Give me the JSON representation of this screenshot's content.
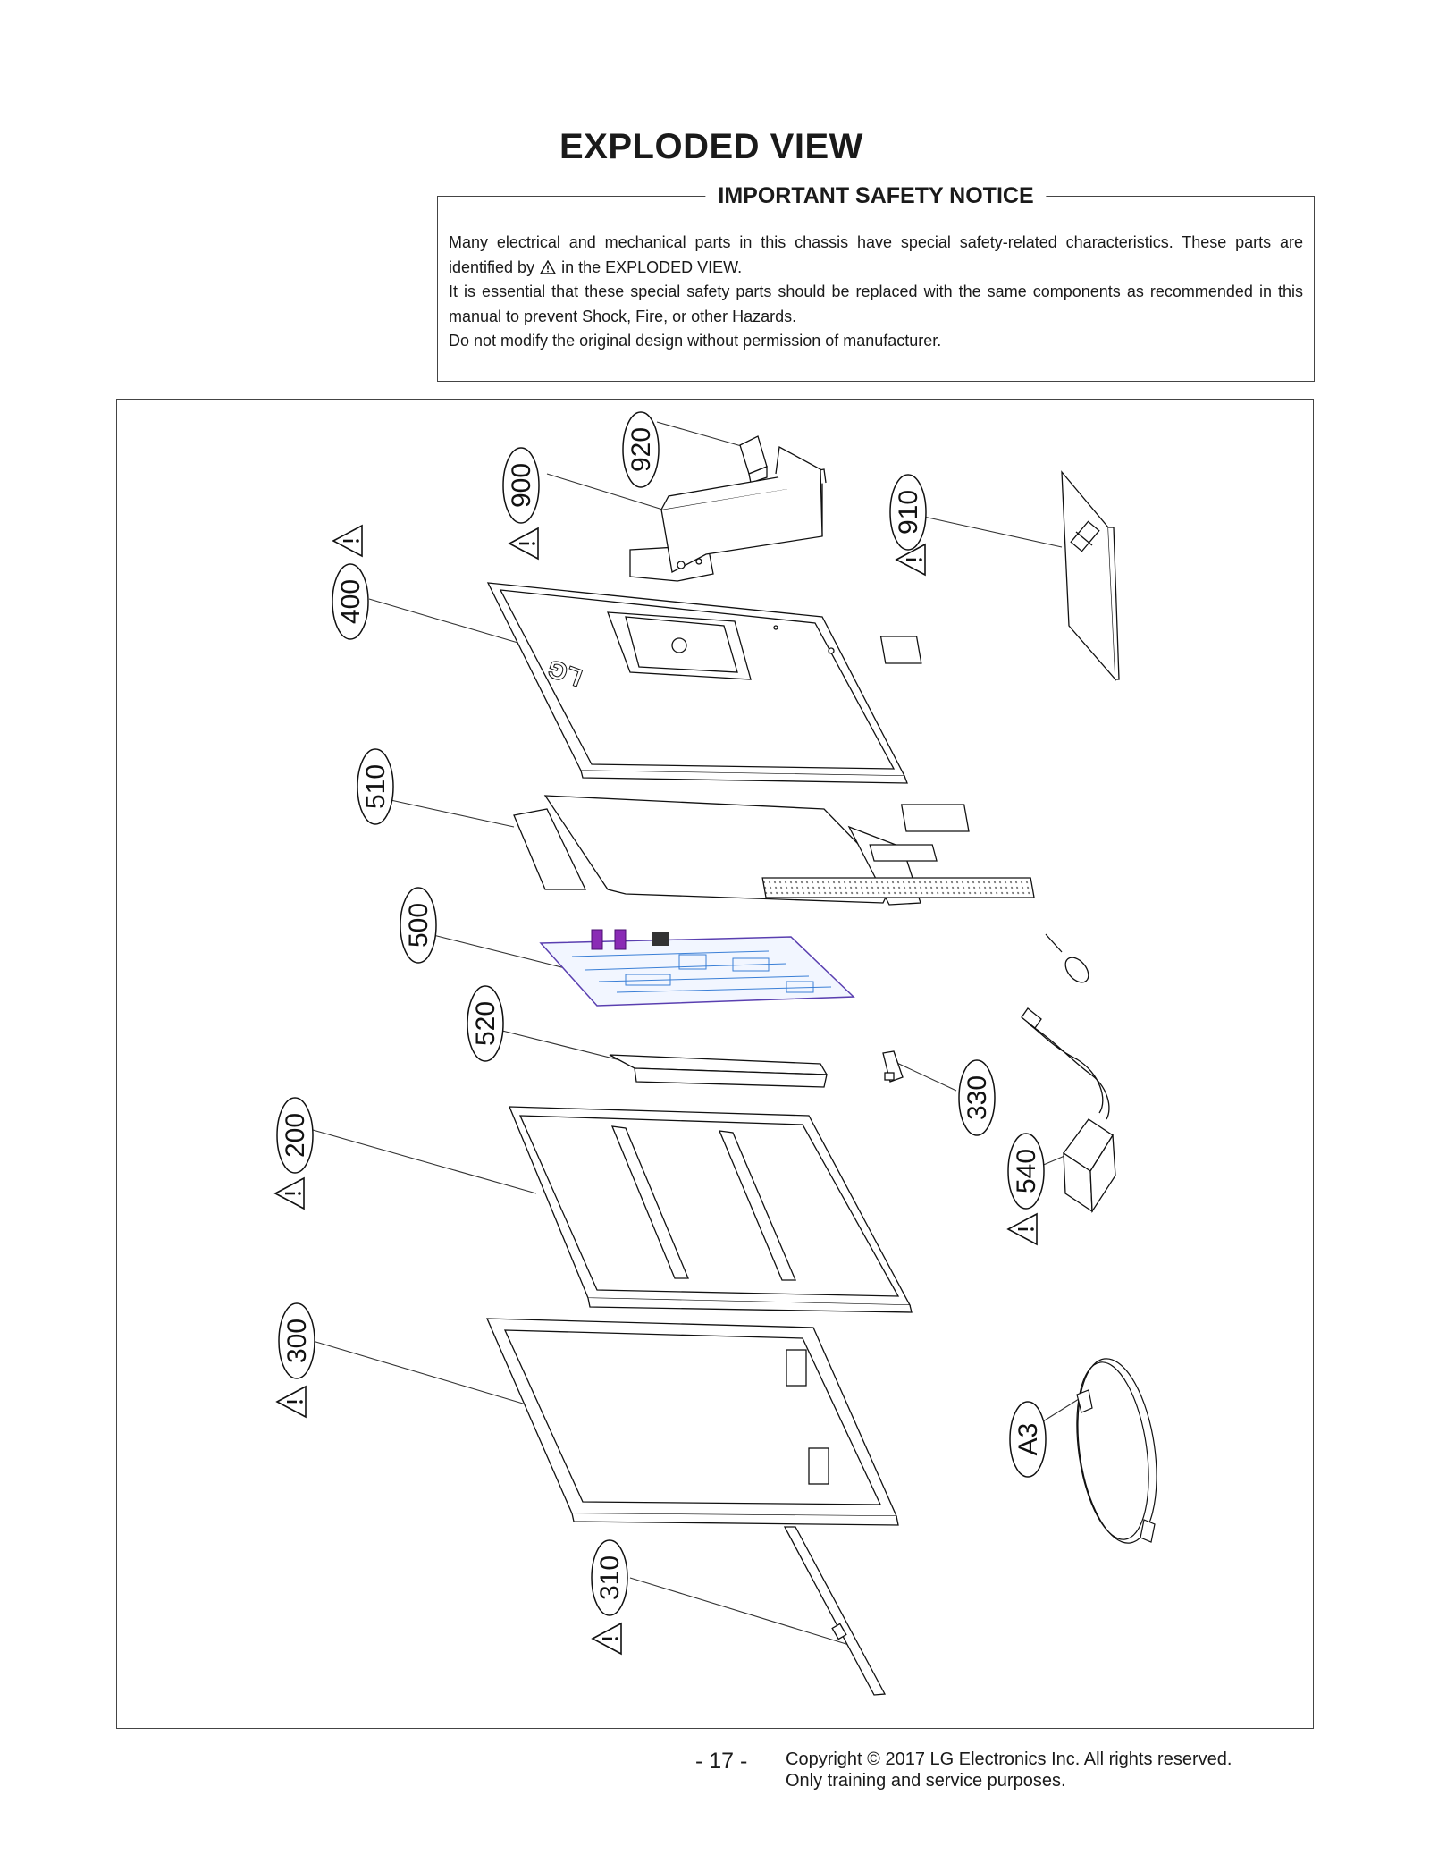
{
  "title": "EXPLODED VIEW",
  "notice": {
    "heading": "IMPORTANT SAFETY NOTICE",
    "line1_a": "Many electrical and mechanical parts in this chassis have special safety-related characteristics. These parts are identified by",
    "line1_b": "in the  EXPLODED VIEW.",
    "line2": "It is essential that these special safety parts should be replaced with the same components as recommended in this manual to prevent Shock, Fire, or other Hazards.",
    "line3": "Do not modify the original design without permission of manufacturer."
  },
  "diagram": {
    "logo_text": "LG",
    "callouts": [
      {
        "id": "920",
        "safety": false
      },
      {
        "id": "900",
        "safety": true
      },
      {
        "id": "910",
        "safety": true
      },
      {
        "id": "400",
        "safety": true
      },
      {
        "id": "510",
        "safety": false
      },
      {
        "id": "500",
        "safety": false
      },
      {
        "id": "520",
        "safety": false
      },
      {
        "id": "330",
        "safety": false
      },
      {
        "id": "200",
        "safety": true
      },
      {
        "id": "540",
        "safety": true
      },
      {
        "id": "300",
        "safety": true
      },
      {
        "id": "A3",
        "safety": false
      },
      {
        "id": "310",
        "safety": true
      }
    ]
  },
  "footer": {
    "page_number": "- 17 -",
    "copyright": "Copyright © 2017 LG Electronics Inc. All rights reserved.",
    "usage": "Only training and service purposes."
  }
}
